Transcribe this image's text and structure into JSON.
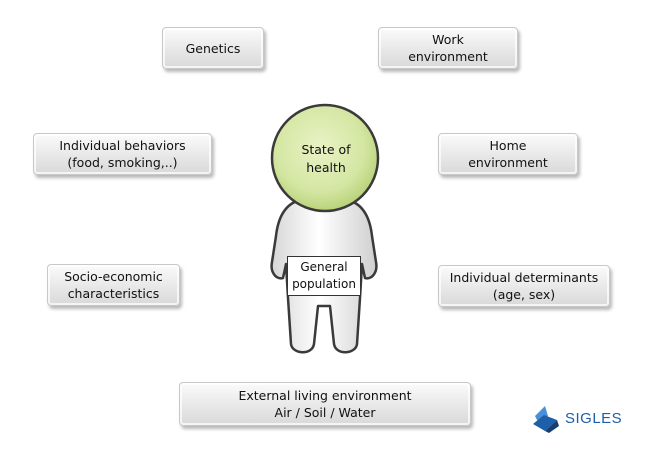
{
  "center": {
    "head_line1": "State of",
    "head_line2": "health",
    "body_line1": "General",
    "body_line2": "population"
  },
  "boxes": {
    "genetics": {
      "line1": "Genetics"
    },
    "work_environment": {
      "line1": "Work",
      "line2": "environment"
    },
    "individual_behaviors": {
      "line1": "Individual behaviors",
      "line2": "(food, smoking,..)"
    },
    "home_environment": {
      "line1": "Home",
      "line2": "environment"
    },
    "socio_economic": {
      "line1": "Socio-economic",
      "line2": "characteristics"
    },
    "individual_determinants": {
      "line1": "Individual determinants",
      "line2": "(age, sex)"
    },
    "external_environment": {
      "line1": "External living environment",
      "line2": "Air / Soil / Water"
    }
  },
  "logo": {
    "text": "SIGLES"
  },
  "colors": {
    "head_fill": "#d4e6a2",
    "head_stroke": "#7a9a43",
    "logo_blue": "#1d5fa8",
    "logo_light": "#4a90d9"
  },
  "icons": {
    "person": "person-figure-icon",
    "logo": "sigles-logo-icon"
  }
}
